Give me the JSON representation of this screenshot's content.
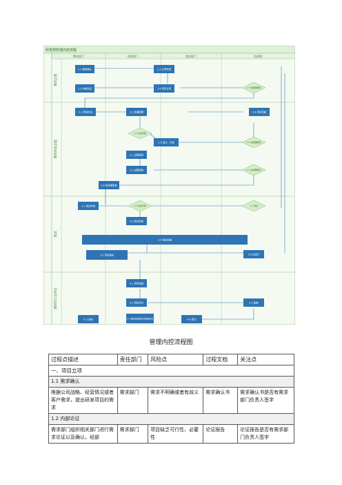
{
  "flowchart": {
    "title": "研发部管理内控流程",
    "columns": [
      "需求部门",
      "研发部门",
      "相关部门",
      "总经理"
    ],
    "lanes": [
      "项目立项",
      "项目开发过程",
      "测试",
      "项目完工与评价"
    ],
    "nodes": [
      "1.1 需求确认",
      "1.2 内部论证",
      "1.3 立项申请",
      "1.4 项目立项",
      "1.5 总经理审批",
      "2.1 项目启动",
      "2.2 资源配置",
      "2.3 方案评审",
      "2.4 设计、开发",
      "2.5 总经理审批",
      "2.6 项目变更",
      "2.7 过程监控",
      "2.8 总经理审批",
      "2.9 过程审核",
      "3.1 测试申请",
      "3.2 测试评审",
      "3.3 测试审批",
      "3.4 测试实施",
      "3.5 项目验收",
      "3.6 试运行",
      "3.7 测试",
      "4.1 项目完结",
      "4.2 项目评价",
      "4.3 总结",
      "4.4 项目总结报告并开展后评价",
      "4.5 复核",
      "4.6 审计"
    ]
  },
  "caption": "管理内控流程图",
  "table": {
    "headers": [
      "过程点描述",
      "责任部门",
      "风险点",
      "过程文档",
      "关注点"
    ],
    "section": "一、项目立项",
    "groups": [
      {
        "title": "1.1 需求确认",
        "row": [
          "根据公司战略、经营情况或者客户需求，提出研发项目的需求",
          "需求部门",
          "需求不明确或者有歧义",
          "需求确认书",
          "需求确认书是否有需求部门负责人签字"
        ]
      },
      {
        "title": "1.2 内部论证",
        "row": [
          "需求部门组织相关部门进行需求论证以及确认，经部",
          "需求部门",
          "项目缺乏可行性、必要性",
          "论证报告",
          "论证报告是否有需求部门负责人签字"
        ]
      }
    ]
  },
  "colors": {
    "frame_bg": "#eaf5e6",
    "frame_border": "#8fbf86",
    "box": "#2e74b5",
    "diamond": "#d6ecc9",
    "line": "#2e74b5"
  }
}
